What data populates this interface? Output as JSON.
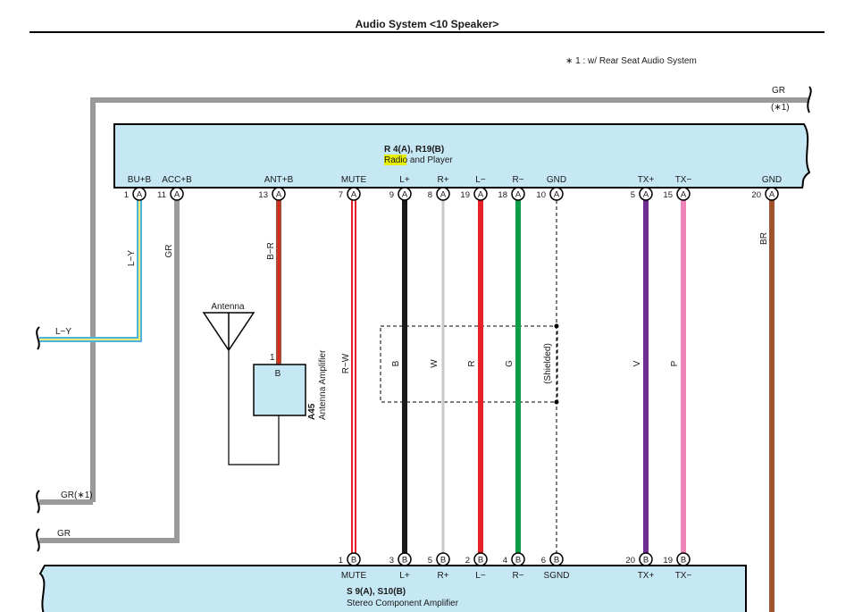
{
  "title": "Audio System <10 Speaker>",
  "footnote": "∗ 1 : w/ Rear Seat Audio System",
  "radio": {
    "id": "R 4(A), R19(B)",
    "name_highlight": "Radio",
    "name_rest": "and Player",
    "fill_color": "#c6e8f5"
  },
  "amplifier": {
    "id": "S 9(A), S10(B)",
    "name": "Stereo Component Amplifier",
    "fill_color": "#c6e8f5"
  },
  "antenna_amp": {
    "id": "A45",
    "name": "Antenna Amplifier",
    "pin": "1",
    "pin_label": "B"
  },
  "antenna": {
    "label": "Antenna"
  },
  "radio_pins": [
    {
      "num": "1",
      "conn": "A",
      "label": "BU+B"
    },
    {
      "num": "11",
      "conn": "A",
      "label": "ACC+B"
    },
    {
      "num": "13",
      "conn": "A",
      "label": "ANT+B"
    },
    {
      "num": "7",
      "conn": "A",
      "label": "MUTE"
    },
    {
      "num": "9",
      "conn": "A",
      "label": "L+"
    },
    {
      "num": "8",
      "conn": "A",
      "label": "R+"
    },
    {
      "num": "19",
      "conn": "A",
      "label": "L−"
    },
    {
      "num": "18",
      "conn": "A",
      "label": "R−"
    },
    {
      "num": "10",
      "conn": "A",
      "label": "GND"
    },
    {
      "num": "5",
      "conn": "A",
      "label": "TX+"
    },
    {
      "num": "15",
      "conn": "A",
      "label": "TX−"
    },
    {
      "num": "20",
      "conn": "A",
      "label": "GND"
    }
  ],
  "amp_pins": [
    {
      "num": "1",
      "conn": "B",
      "label": "MUTE"
    },
    {
      "num": "3",
      "conn": "B",
      "label": "L+"
    },
    {
      "num": "5",
      "conn": "B",
      "label": "R+"
    },
    {
      "num": "2",
      "conn": "B",
      "label": "L−"
    },
    {
      "num": "4",
      "conn": "B",
      "label": "R−"
    },
    {
      "num": "6",
      "conn": "B",
      "label": "SGND"
    },
    {
      "num": "20",
      "conn": "B",
      "label": "TX+"
    },
    {
      "num": "19",
      "conn": "B",
      "label": "TX−"
    }
  ],
  "wire_labels": {
    "ly": "L−Y",
    "gr": "GR",
    "br_wire": "B−R",
    "rw": "R−W",
    "b": "B",
    "w": "W",
    "r": "R",
    "g": "G",
    "shielded": "(Shielded)",
    "v": "V",
    "p": "P",
    "br": "BR"
  },
  "left_refs": {
    "ly": "L−Y",
    "gr1": "GR(∗1)",
    "gr": "GR"
  },
  "top_ref": {
    "label": "GR",
    "note": "(∗1)"
  },
  "wire_colors": {
    "gray": "#9a9a9a",
    "light_blue": "#4fb4dc",
    "yellow": "#f1e97a",
    "red": "#e62228",
    "black": "#1a1a1a",
    "white_gray": "#c8c8c8",
    "green": "#0f9e47",
    "violet": "#6f2c91",
    "pink": "#ee84b8",
    "brown": "#a0522d"
  }
}
